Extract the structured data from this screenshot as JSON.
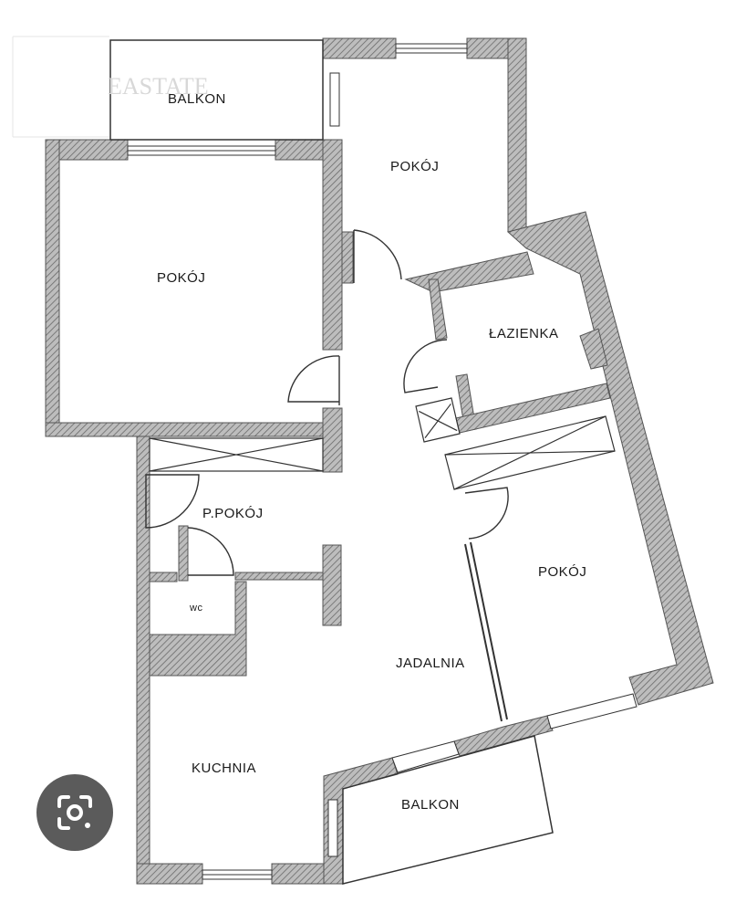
{
  "plan": {
    "watermark": "EASTATE",
    "rooms": {
      "balkon_top": "BALKON",
      "pokoj_top": "POKÓJ",
      "pokoj_left": "POKÓJ",
      "lazienka": "ŁAZIENKA",
      "p_pokoj": "P.POKÓJ",
      "wc": "wc",
      "jadalnia": "JADALNIA",
      "pokoj_right": "POKÓJ",
      "kuchnia": "KUCHNIA",
      "balkon_bottom": "BALKON"
    }
  },
  "overlay": {
    "lens_icon": "google-lens-icon"
  },
  "colors": {
    "wall_fill": "#9a9a9a",
    "wall_stroke": "#555555",
    "line": "#333333",
    "lens_bg": "#5b5b5b"
  }
}
